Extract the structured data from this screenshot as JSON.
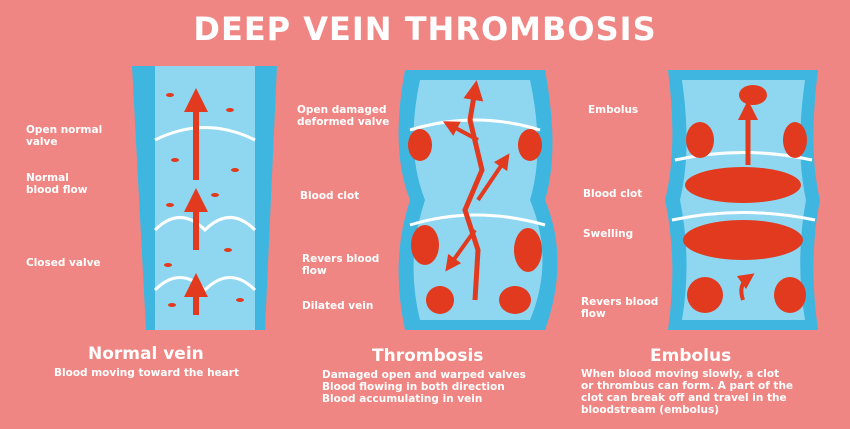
{
  "title": "DEEP VEIN THROMBOSIS",
  "panels": [
    {
      "heading": "Normal vein",
      "description": [
        "Blood moving toward the heart"
      ],
      "labels": [
        "Open normal\nvalve",
        "Normal\nblood flow",
        "Closed valve"
      ]
    },
    {
      "heading": "Thrombosis",
      "description": [
        "Damaged open and warped valves",
        "Blood flowing in both direction",
        "Blood accumulating in vein"
      ],
      "labels": [
        "Open damaged\ndeformed valve",
        "Blood clot",
        "Revers blood\nflow",
        "Dilated vein"
      ]
    },
    {
      "heading": "Embolus",
      "description": [
        "When blood moving slowly, a clot",
        "or thrombus can form. A part of the",
        "clot can break off and travel in the",
        "bloodstream (embolus)"
      ],
      "labels": [
        "Embolus",
        "Blood clot",
        "Swelling",
        "Revers blood\nflow"
      ]
    }
  ],
  "colors": {
    "background": "#f08683",
    "vein_outer": "#3fb6e0",
    "vein_inner": "#8fd7f0",
    "blood": "#e23a1e",
    "border": "#cfe9f5"
  }
}
